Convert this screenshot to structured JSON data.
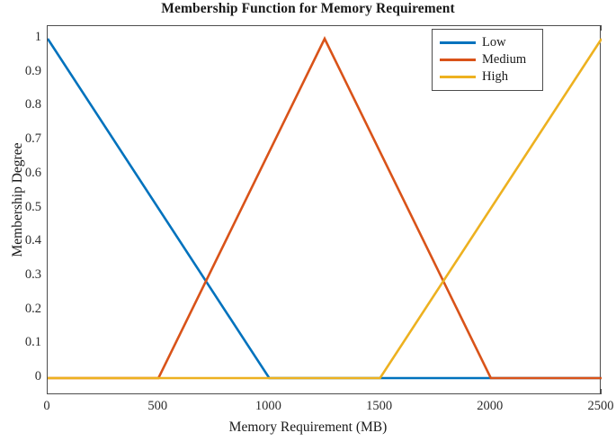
{
  "chart_data": {
    "type": "line",
    "title": "Membership Function for Memory Requirement",
    "xlabel": "Memory Requirement (MB)",
    "ylabel": "Membership Degree",
    "xlim": [
      0,
      2500
    ],
    "ylim": [
      0,
      1
    ],
    "xticks": [
      0,
      500,
      1000,
      1500,
      2000,
      2500
    ],
    "xticklabels": [
      "0",
      "500",
      "1000",
      "1500",
      "2000",
      "2500"
    ],
    "yticks": [
      0,
      0.1,
      0.2,
      0.3,
      0.4,
      0.5,
      0.6,
      0.7,
      0.8,
      0.9,
      1
    ],
    "yticklabels": [
      "0",
      "0.1",
      "0.2",
      "0.3",
      "0.4",
      "0.5",
      "0.6",
      "0.7",
      "0.8",
      "0.9",
      "1"
    ],
    "grid": false,
    "legend_position": "upper right",
    "series": [
      {
        "name": "Low",
        "color": "#0072BD",
        "points": [
          {
            "x": 0,
            "y": 1
          },
          {
            "x": 1000,
            "y": 0
          },
          {
            "x": 2500,
            "y": 0
          }
        ]
      },
      {
        "name": "Medium",
        "color": "#D95319",
        "points": [
          {
            "x": 0,
            "y": 0
          },
          {
            "x": 500,
            "y": 0
          },
          {
            "x": 1250,
            "y": 1
          },
          {
            "x": 2000,
            "y": 0
          },
          {
            "x": 2500,
            "y": 0
          }
        ]
      },
      {
        "name": "High",
        "color": "#EDB120",
        "points": [
          {
            "x": 0,
            "y": 0
          },
          {
            "x": 1500,
            "y": 0
          },
          {
            "x": 2500,
            "y": 1
          }
        ]
      }
    ]
  },
  "legend": {
    "items": [
      {
        "label": "Low",
        "color": "#0072BD"
      },
      {
        "label": "Medium",
        "color": "#D95319"
      },
      {
        "label": "High",
        "color": "#EDB120"
      }
    ]
  },
  "axes": {
    "line_color": "#4d4d4d"
  }
}
